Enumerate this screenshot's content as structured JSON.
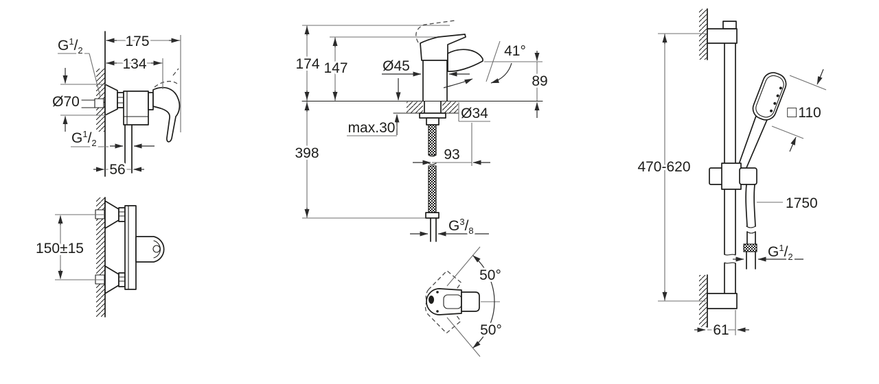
{
  "views": {
    "mixer_front": {
      "thread_top": {
        "g": "G",
        "sup": "1",
        "slash": "/",
        "sub": "2"
      },
      "width_total": "175",
      "width_body": "134",
      "escutcheon_diameter": "Ø70",
      "thread_bottom": {
        "g": "G",
        "sup": "1",
        "slash": "/",
        "sub": "2"
      },
      "outlet_offset": "56"
    },
    "mixer_plan": {
      "inlet_spacing": "150±15"
    },
    "faucet": {
      "height_max": "174",
      "height_handle": "147",
      "body_diameter": "Ø45",
      "spout_angle": "41°",
      "spout_height": "89",
      "deck_thickness": "max.30",
      "hole_diameter": "Ø34",
      "hose_drop": "398",
      "hose_offset": "93",
      "thread": {
        "g": "G",
        "sup": "3",
        "slash": "/",
        "sub": "8"
      },
      "swivel_upper": "50°",
      "swivel_lower": "50°"
    },
    "rail": {
      "rail_range": "470-620",
      "head_symbol": "□",
      "head_size": "110",
      "hose_length": "1750",
      "thread": {
        "g": "G",
        "sup": "1",
        "slash": "/",
        "sub": "2"
      },
      "bracket_offset": "61"
    }
  }
}
